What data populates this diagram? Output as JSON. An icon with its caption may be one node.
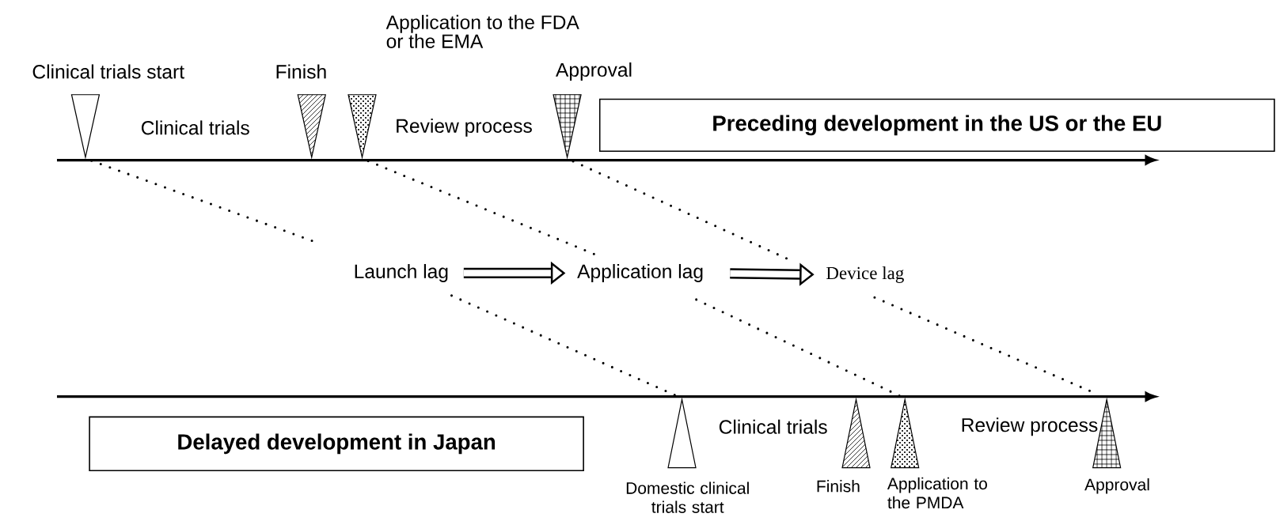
{
  "diagram": {
    "nodes": [
      {
        "text": [
          "Clinical trials start"
        ]
      },
      {
        "text": [
          "Finish"
        ]
      },
      {
        "text": [
          "Application to the FDA or the EMA"
        ]
      },
      {
        "text": [
          "Approval"
        ]
      },
      {
        "text": [
          "Preceding development in the US or the EU"
        ]
      },
      {
        "text": [
          "Launch lag"
        ]
      },
      {
        "text": [
          "Application lag"
        ]
      },
      {
        "text": [
          "Device lag"
        ]
      },
      {
        "text": [
          "Delayed development in Japan"
        ]
      },
      {
        "text": [
          "Domestic clinical trials start"
        ]
      },
      {
        "text": [
          "Finish"
        ]
      },
      {
        "text": [
          "Application to the PMDA"
        ]
      },
      {
        "text": [
          "Approval"
        ]
      }
    ],
    "edges": [
      {
        "from": 0,
        "to": 5,
        "arrow": "none",
        "style": "dashed"
      },
      {
        "from": 5,
        "to": 9,
        "arrow": "none",
        "style": "dashed"
      },
      {
        "from": 2,
        "to": 6,
        "arrow": "none",
        "style": "dashed"
      },
      {
        "from": 6,
        "to": 11,
        "arrow": "none",
        "style": "dashed"
      },
      {
        "from": 3,
        "to": 7,
        "arrow": "none",
        "style": "dashed"
      },
      {
        "from": 7,
        "to": 12,
        "arrow": "none",
        "style": "dashed"
      },
      {
        "from": 5,
        "to": 6,
        "arrow": "to",
        "style": "thick"
      },
      {
        "from": 6,
        "to": 7,
        "arrow": "to",
        "style": "thick"
      }
    ],
    "labels": [
      "Clinical trials",
      "Review process",
      "Clinical trials",
      "Review process"
    ]
  }
}
